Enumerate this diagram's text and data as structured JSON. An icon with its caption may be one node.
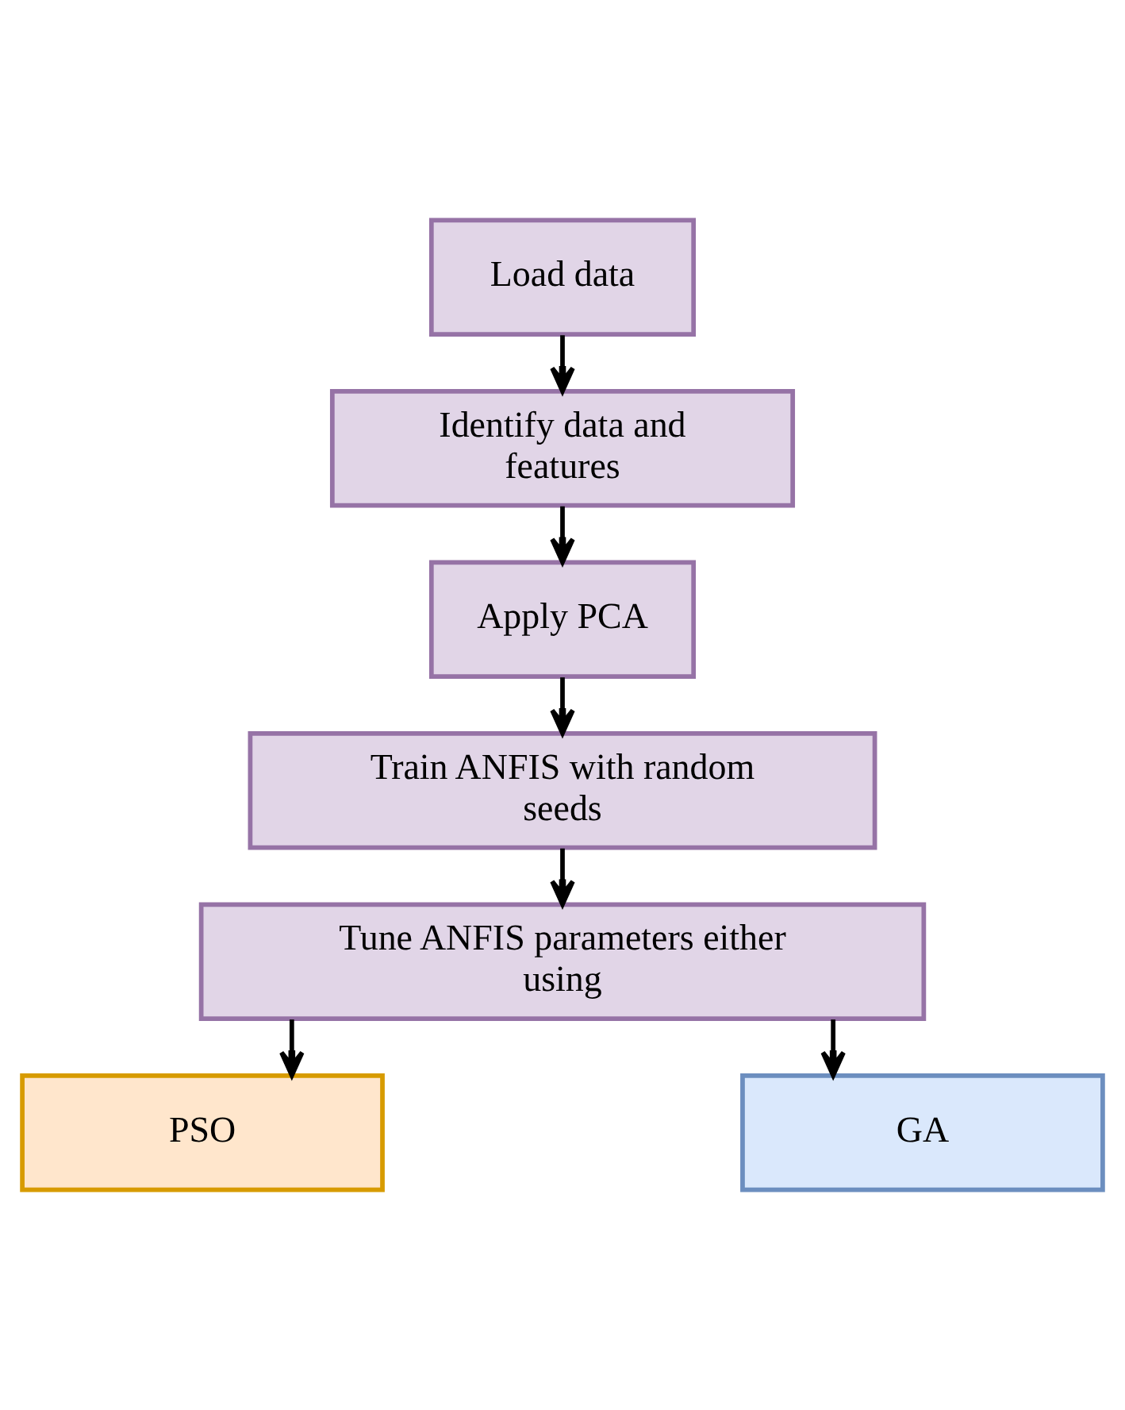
{
  "diagram": {
    "nodes": [
      {
        "text": [
          "Load data"
        ]
      },
      {
        "text": [
          "Identify data and features"
        ]
      },
      {
        "text": [
          "Apply PCA"
        ]
      },
      {
        "text": [
          "Train ANFIS with random seeds"
        ]
      },
      {
        "text": [
          "Tune ANFIS parameters either using"
        ]
      },
      {
        "text": [
          "PSO"
        ]
      },
      {
        "text": [
          "GA"
        ]
      }
    ],
    "edges": [
      {
        "from": 0,
        "to": 1,
        "arrow": "to"
      },
      {
        "from": 1,
        "to": 2,
        "arrow": "to"
      },
      {
        "from": 2,
        "to": 3,
        "arrow": "to"
      },
      {
        "from": 3,
        "to": 4,
        "arrow": "to"
      },
      {
        "from": 4,
        "to": 5,
        "arrow": "to"
      },
      {
        "from": 4,
        "to": 6,
        "arrow": "to"
      }
    ]
  }
}
